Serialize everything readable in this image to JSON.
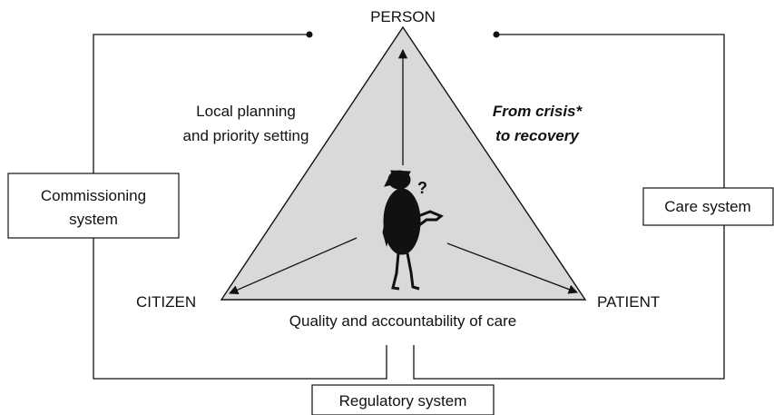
{
  "vertices": {
    "top": "PERSON",
    "left": "CITIZEN",
    "right": "PATIENT"
  },
  "inner_labels": {
    "left_side": [
      "Local planning",
      "and priority setting"
    ],
    "right_side": [
      "From crisis*",
      "to recovery"
    ],
    "bottom_side": "Quality and accountability of care",
    "question_mark": "?"
  },
  "systems": {
    "commissioning": [
      "Commissioning",
      "system"
    ],
    "care": "Care system",
    "regulatory": "Regulatory system"
  },
  "colors": {
    "triangle_fill": "#d9d9d9",
    "line": "#111111",
    "figure": "#111111"
  }
}
